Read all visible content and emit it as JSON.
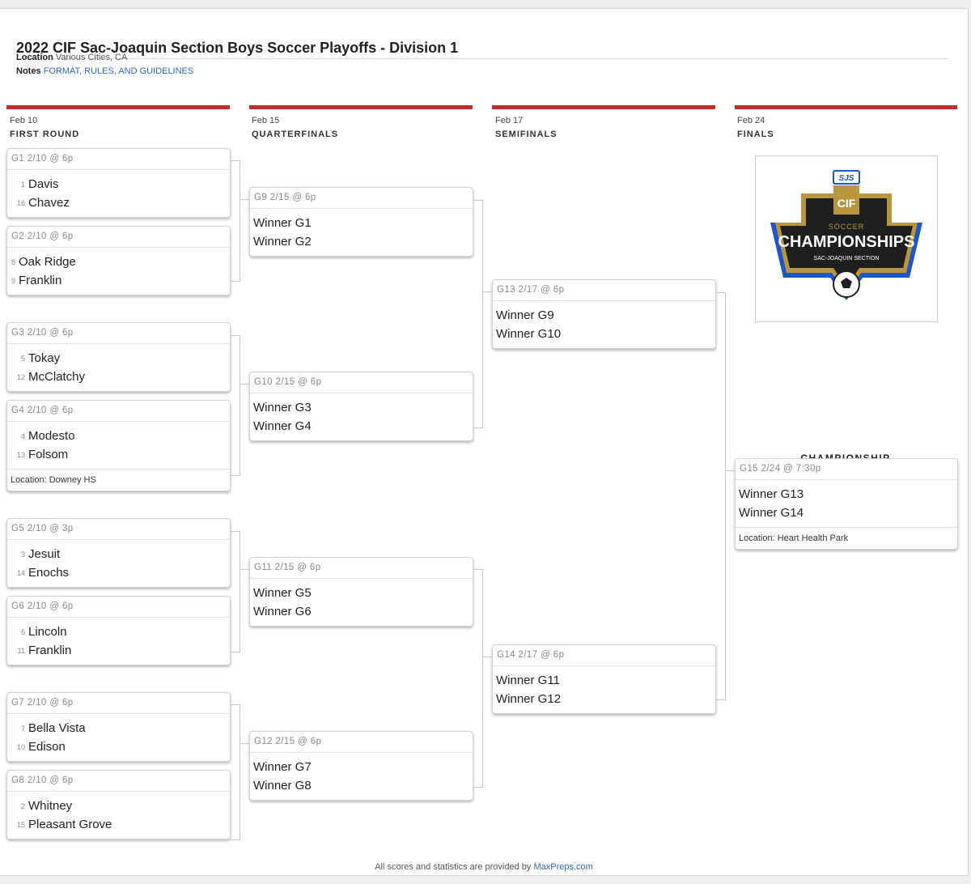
{
  "header": {
    "title": "2022 CIF Sac-Joaquin Section Boys Soccer Playoffs - Division 1",
    "location_label": "Location",
    "location_value": "Various Cities, CA",
    "notes_label": "Notes",
    "notes_link": "FORMAT, RULES, AND GUIDELINES"
  },
  "rounds": [
    {
      "date": "Feb 10",
      "name": "FIRST ROUND"
    },
    {
      "date": "Feb 15",
      "name": "QUARTERFINALS"
    },
    {
      "date": "Feb 17",
      "name": "SEMIFINALS"
    },
    {
      "date": "Feb 24",
      "name": "FINALS"
    }
  ],
  "games": {
    "g1": {
      "label": "G1 2/10 @ 6p",
      "teams": [
        {
          "seed": "1",
          "name": "Davis"
        },
        {
          "seed": "16",
          "name": "Chavez"
        }
      ]
    },
    "g2": {
      "label": "G2 2/10 @ 6p",
      "teams": [
        {
          "seed": "8",
          "name": "Oak Ridge"
        },
        {
          "seed": "9",
          "name": "Franklin"
        }
      ]
    },
    "g3": {
      "label": "G3 2/10 @ 6p",
      "teams": [
        {
          "seed": "5",
          "name": "Tokay"
        },
        {
          "seed": "12",
          "name": "McClatchy"
        }
      ]
    },
    "g4": {
      "label": "G4 2/10 @ 6p",
      "teams": [
        {
          "seed": "4",
          "name": "Modesto"
        },
        {
          "seed": "13",
          "name": "Folsom"
        }
      ],
      "location": "Location: Downey HS"
    },
    "g5": {
      "label": "G5 2/10 @ 3p",
      "teams": [
        {
          "seed": "3",
          "name": "Jesuit"
        },
        {
          "seed": "14",
          "name": "Enochs"
        }
      ]
    },
    "g6": {
      "label": "G6 2/10 @ 6p",
      "teams": [
        {
          "seed": "6",
          "name": "Lincoln"
        },
        {
          "seed": "11",
          "name": "Franklin"
        }
      ]
    },
    "g7": {
      "label": "G7 2/10 @ 6p",
      "teams": [
        {
          "seed": "7",
          "name": "Bella Vista"
        },
        {
          "seed": "10",
          "name": "Edison"
        }
      ]
    },
    "g8": {
      "label": "G8 2/10 @ 6p",
      "teams": [
        {
          "seed": "2",
          "name": "Whitney"
        },
        {
          "seed": "15",
          "name": "Pleasant Grove"
        }
      ]
    },
    "g9": {
      "label": "G9 2/15 @ 6p",
      "teams": [
        {
          "name": "Winner G1"
        },
        {
          "name": "Winner G2"
        }
      ]
    },
    "g10": {
      "label": "G10 2/15 @ 6p",
      "teams": [
        {
          "name": "Winner G3"
        },
        {
          "name": "Winner G4"
        }
      ]
    },
    "g11": {
      "label": "G11 2/15 @ 6p",
      "teams": [
        {
          "name": "Winner G5"
        },
        {
          "name": "Winner G6"
        }
      ]
    },
    "g12": {
      "label": "G12 2/15 @ 6p",
      "teams": [
        {
          "name": "Winner G7"
        },
        {
          "name": "Winner G8"
        }
      ]
    },
    "g13": {
      "label": "G13 2/17 @ 6p",
      "teams": [
        {
          "name": "Winner G9"
        },
        {
          "name": "Winner G10"
        }
      ]
    },
    "g14": {
      "label": "G14 2/17 @ 6p",
      "teams": [
        {
          "name": "Winner G11"
        },
        {
          "name": "Winner G12"
        }
      ]
    },
    "g15": {
      "label": "G15 2/24 @ 7:30p",
      "teams": [
        {
          "name": "Winner G13"
        },
        {
          "name": "Winner G14"
        }
      ],
      "location": "Location: Heart Health Park"
    }
  },
  "championship_label": "CHAMPIONSHIP",
  "logo": {
    "badge": "SJS",
    "org": "CIF",
    "sport": "SOCCER",
    "headline": "CHAMPIONSHIPS",
    "section": "SAC-JOAQUIN SECTION"
  },
  "colors": {
    "accent": "#c0302b",
    "link": "#2a6ab8",
    "logo_gold": "#b8963f",
    "logo_blue": "#1e56c4",
    "logo_dark": "#1f1f1f"
  },
  "footer": {
    "text": "All scores and statistics are provided by",
    "link": "MaxPreps.com"
  }
}
